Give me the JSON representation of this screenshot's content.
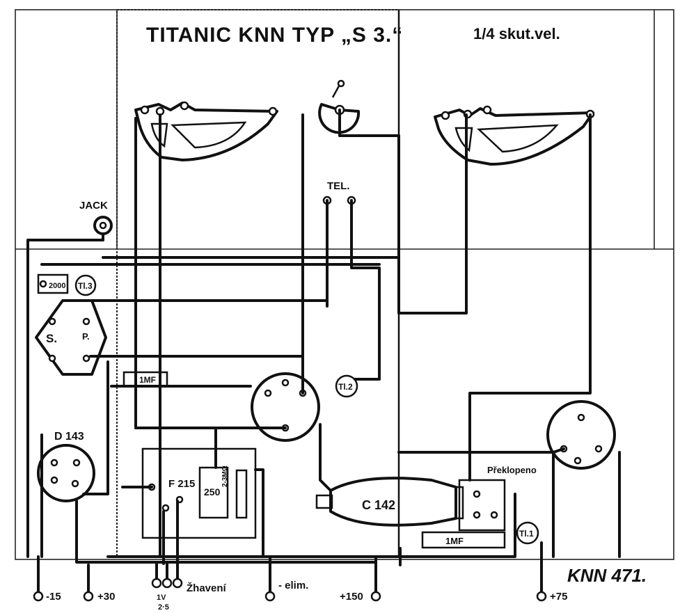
{
  "title": "TITANIC KNN TYP „S 3.“",
  "scale_note": "1/4 skut.vel.",
  "drawing_number": "KNN 471.",
  "components": {
    "jack": "JACK",
    "tel": "TEL.",
    "resistor_2000": "2000",
    "transformer_tl3": "Tl.3",
    "transformer_tl2": "Tl.2",
    "transformer_tl1": "Tl.1",
    "coil_s": "S.",
    "coil_p": "P.",
    "tube_d143": "D 143",
    "cap_1mf_left": "1MF",
    "cap_1mf_right": "1MF",
    "tube_f215": "F 215",
    "capacitor_250": "250",
    "resistor_2_3mohm": "2-3MΩ",
    "tube_c142": "C 142",
    "preklopeno": "Překlopeno"
  },
  "terminals": {
    "minus15": "-15",
    "plus30": "+30",
    "v1": "1V",
    "v25": "2·5",
    "zhaveni": "Žhavení",
    "elim": "- elim.",
    "plus150": "+150",
    "plus75": "+75"
  }
}
